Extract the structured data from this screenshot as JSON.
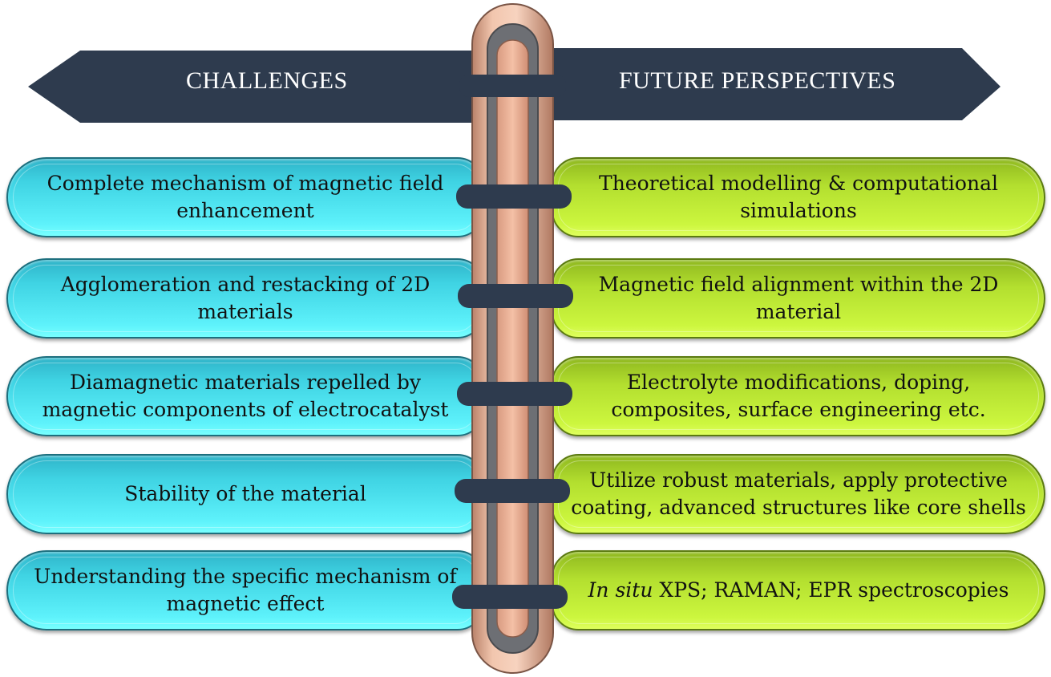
{
  "headers": {
    "left": "CHALLENGES",
    "right": "FUTURE PERSPECTIVES"
  },
  "challenges": [
    "Complete mechanism of magnetic field enhancement",
    "Agglomeration and restacking of 2D materials",
    "Diamagnetic materials repelled by magnetic components of electrocatalyst",
    "Stability of the material",
    "Understanding the specific mechanism of magnetic effect"
  ],
  "perspectives": [
    "Theoretical modelling & computational simulations",
    "Magnetic field alignment within the 2D material",
    "Electrolyte modifications, doping, composites, surface engineering etc.",
    "Utilize robust materials, apply protective coating, advanced structures like core shells",
    {
      "italic": "In situ",
      "rest": " XPS; RAMAN; EPR spectroscopies"
    }
  ],
  "colors": {
    "header_fill": "#2e3b4e",
    "challenge_fill": "#4fe3f0",
    "perspective_fill": "#c2ec38",
    "pole_fill": "#e8b49a",
    "band_fill": "#2e3b4e"
  }
}
